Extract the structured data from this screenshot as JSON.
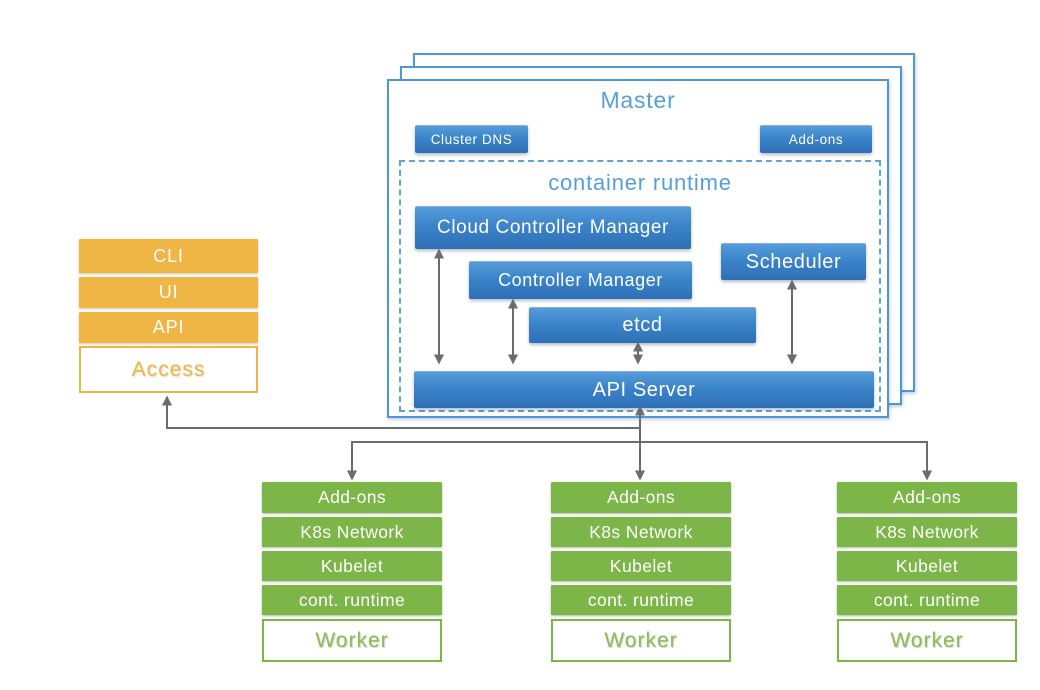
{
  "colors": {
    "component_blue": "#3b84c9",
    "title_light_blue": "#56a0d8",
    "master_border_blue": "#4f96d3",
    "access_orange": "#efb545",
    "worker_green": "#7cb548",
    "arrow_gray": "#6b6c6e"
  },
  "access_stack": {
    "rows": [
      "CLI",
      "UI",
      "API"
    ],
    "label": "Access"
  },
  "master": {
    "title": "Master",
    "cluster_dns_label": "Cluster DNS",
    "addons_label": "Add-ons",
    "runtime": {
      "title": "container runtime",
      "components": {
        "ccm": "Cloud Controller Manager",
        "cm": "Controller Manager",
        "scheduler": "Scheduler",
        "etcd": "etcd",
        "api_server": "API Server"
      }
    }
  },
  "workers": [
    {
      "rows": [
        "Add-ons",
        "K8s Network",
        "Kubelet",
        "cont. runtime"
      ],
      "label": "Worker"
    },
    {
      "rows": [
        "Add-ons",
        "K8s Network",
        "Kubelet",
        "cont. runtime"
      ],
      "label": "Worker"
    },
    {
      "rows": [
        "Add-ons",
        "K8s Network",
        "Kubelet",
        "cont. runtime"
      ],
      "label": "Worker"
    }
  ]
}
